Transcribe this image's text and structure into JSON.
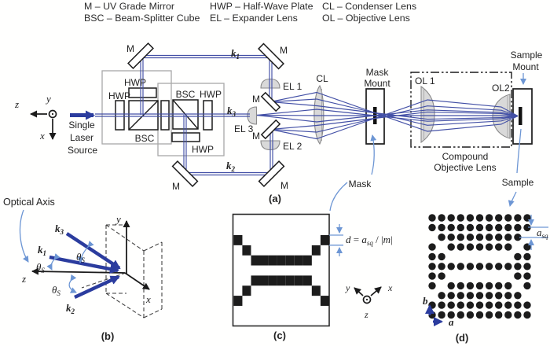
{
  "legend": {
    "m": "M – UV Grade Mirror",
    "bsc": "BSC – Beam-Splitter Cube",
    "hwp": "HWP – Half-Wave Plate",
    "el": "EL – Expander Lens",
    "cl": "CL – Condenser Lens",
    "ol": "OL – Objective Lens"
  },
  "main": {
    "axis_z": "z",
    "axis_y": "y",
    "axis_x": "x",
    "source_l1": "Single",
    "source_l2": "Laser",
    "source_l3": "Source",
    "mirror_label": "M",
    "hwp_label": "HWP",
    "bsc_label": "BSC",
    "k_base": "k",
    "k1_sub": "1",
    "k2_sub": "2",
    "k3_sub": "3",
    "el1": "EL 1",
    "el2": "EL 2",
    "el3": "EL 3",
    "cl": "CL",
    "ol1": "OL 1",
    "ol2": "OL2",
    "mask_mount_l1": "Mask",
    "mask_mount_l2": "Mount",
    "compound_l1": "Compound",
    "compound_l2": "Objective Lens",
    "sample_mount_l1": "Sample",
    "sample_mount_l2": "Mount",
    "mask": "Mask",
    "sample": "Sample",
    "caption": "(a)"
  },
  "panelb": {
    "optical_axis": "Optical Axis",
    "k_base": "k",
    "k1_sub": "1",
    "k2_sub": "2",
    "k3_sub": "3",
    "theta": "θ",
    "theta_sub": "S",
    "x": "x",
    "y": "y",
    "z": "z",
    "caption": "(b)"
  },
  "panelc": {
    "caption": "(c)",
    "grid": [
      "00000000000",
      "00000000000",
      "10000000001",
      "01000000010",
      "00111111100",
      "00000000000",
      "00111111100",
      "01000000010",
      "10000000001",
      "00000000000",
      "00000000000"
    ],
    "d": "d",
    "eq": " = ",
    "a": "a",
    "sq": "sq",
    "slash": " / |",
    "m": "m",
    "bar": "|",
    "x": "x",
    "y": "y",
    "z": "z"
  },
  "paneld": {
    "caption": "(d)",
    "grid": [
      "11111111111",
      "11111111111",
      "01111111110",
      "10111111101",
      "11000000011",
      "11111111111",
      "11000000011",
      "10111111101",
      "01111111110",
      "11111111111",
      "11111111111"
    ],
    "a": "a",
    "sq": "sq",
    "vec_a": "a",
    "vec_b": "b"
  },
  "colors": {
    "beam": "#4350a6",
    "thick_arrow": "#2b3c9e",
    "leader": "#6d96d4",
    "component_stroke": "#1b1b1b",
    "module_box": "#a8a8a8",
    "lens_fill": "#d9d9d9",
    "pattern_black": "#1c1c1c"
  }
}
